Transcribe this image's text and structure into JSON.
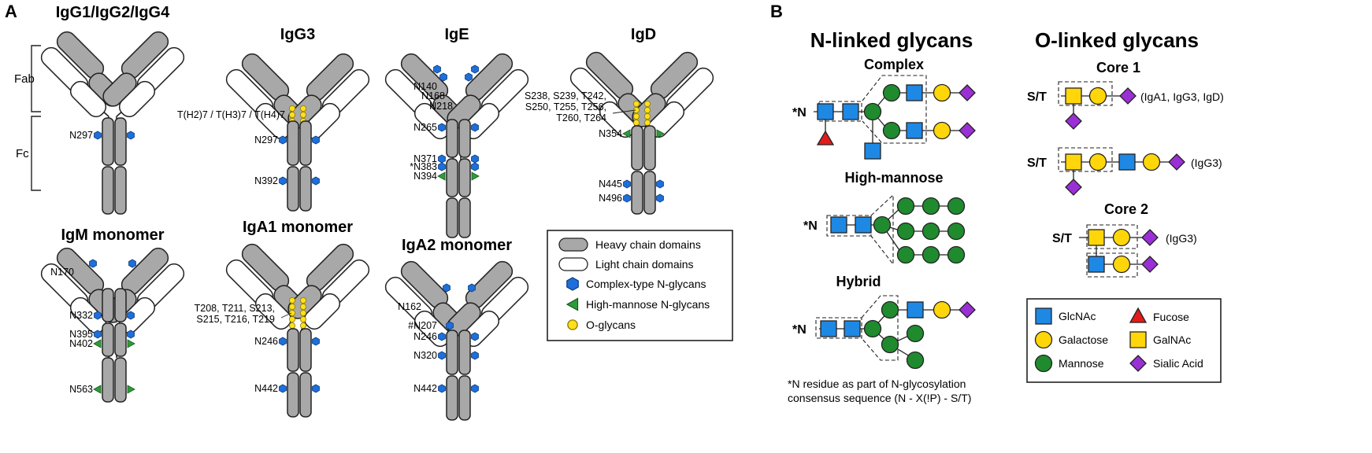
{
  "panels": {
    "a": "A",
    "b": "B"
  },
  "colors": {
    "heavy": "#a8a8a8",
    "light": "#ffffff",
    "complex_glycan": "#1e6fd9",
    "high_mannose": "#2e9b3a",
    "o_glycan": "#ffe01a",
    "glcnac": "#1e88e5",
    "galactose": "#ffd60a",
    "mannose": "#1f8a2e",
    "fucose": "#e21c1c",
    "galnac": "#ffd60a",
    "sialic": "#9b2fd6"
  },
  "antibodies": [
    {
      "title": "IgG1/IgG2/IgG4",
      "sites": [
        {
          "label": "N297"
        }
      ]
    },
    {
      "title": "IgG3",
      "hinge_label": "T(H2)7 / T(H3)7 / T(H4)7",
      "sites": [
        {
          "label": "N297"
        },
        {
          "label": "N392"
        }
      ]
    },
    {
      "title": "IgE",
      "sites": [
        {
          "label": "N140"
        },
        {
          "label": "N168"
        },
        {
          "label": "N218"
        },
        {
          "label": "N265"
        },
        {
          "label": "N371"
        },
        {
          "label": "*N383"
        },
        {
          "label": "N394"
        }
      ]
    },
    {
      "title": "IgD",
      "hinge_label_lines": [
        "S238, S239, T242,",
        "S250, T255, T256,",
        "T260, T264"
      ],
      "sites": [
        {
          "label": "N354"
        },
        {
          "label": "N445"
        },
        {
          "label": "N496"
        }
      ]
    },
    {
      "title": "IgM monomer",
      "sites": [
        {
          "label": "N170"
        },
        {
          "label": "N332"
        },
        {
          "label": "N395"
        },
        {
          "label": "N402"
        },
        {
          "label": "N563"
        }
      ]
    },
    {
      "title": "IgA1 monomer",
      "hinge_label_lines": [
        "T208, T211, S213,",
        "S215, T216, T219"
      ],
      "sites": [
        {
          "label": "N246"
        },
        {
          "label": "N442"
        }
      ]
    },
    {
      "title": "IgA2 monomer",
      "sites": [
        {
          "label": "N162"
        },
        {
          "label": "#N207"
        },
        {
          "label": "N246"
        },
        {
          "label": "N320"
        },
        {
          "label": "N442"
        }
      ]
    }
  ],
  "brackets": {
    "fab": "Fab",
    "fc": "Fc"
  },
  "legend_a": [
    {
      "key": "heavy",
      "label": "Heavy chain domains"
    },
    {
      "key": "light",
      "label": "Light chain domains"
    },
    {
      "key": "complex",
      "label": "Complex-type N-glycans"
    },
    {
      "key": "highman",
      "label": "High-mannose N-glycans"
    },
    {
      "key": "oglycan",
      "label": "O-glycans"
    }
  ],
  "n_linked": {
    "heading": "N-linked glycans",
    "complex": "Complex",
    "high_mannose": "High-mannose",
    "hybrid": "Hybrid",
    "anchor": "*N",
    "footnote_lines": [
      "*N residue as part of N-glycosylation",
      "consensus sequence (N - X(!P) - S/T)"
    ]
  },
  "o_linked": {
    "heading": "O-linked glycans",
    "core1": "Core 1",
    "core2": "Core 2",
    "anchor": "S/T",
    "note1": "(IgA1, IgG3, IgD)",
    "note2": "(IgG3)",
    "note3": "(IgG3)"
  },
  "legend_b": [
    {
      "key": "glcnac",
      "label": "GlcNAc"
    },
    {
      "key": "fucose",
      "label": "Fucose"
    },
    {
      "key": "galactose",
      "label": "Galactose"
    },
    {
      "key": "galnac",
      "label": "GalNAc"
    },
    {
      "key": "mannose",
      "label": "Mannose"
    },
    {
      "key": "sialic",
      "label": "Sialic Acid"
    }
  ]
}
